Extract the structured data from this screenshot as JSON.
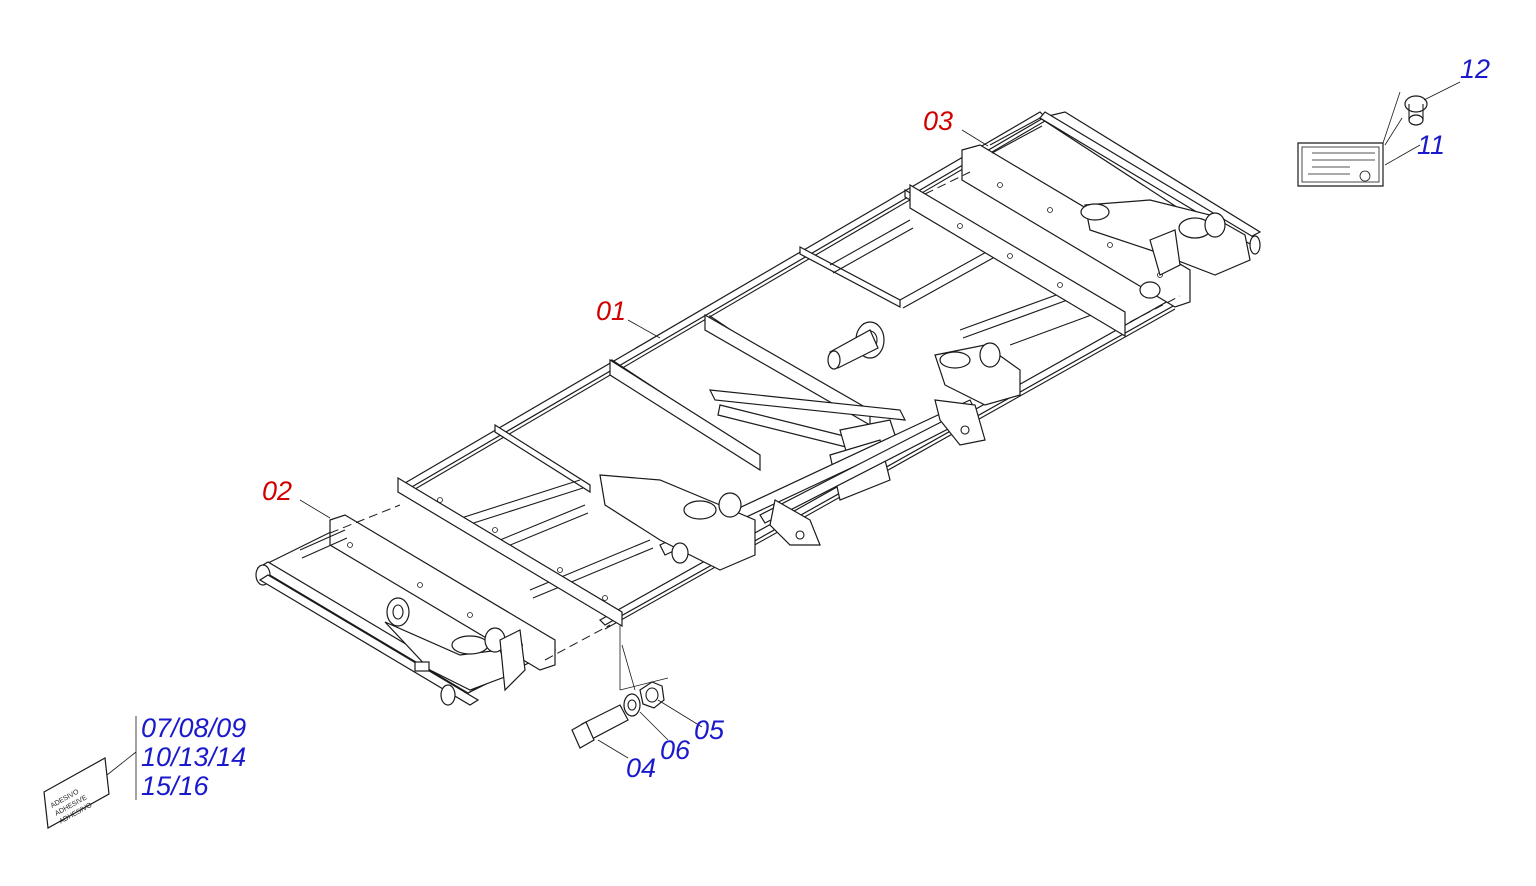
{
  "callouts": {
    "c01": "01",
    "c02": "02",
    "c03": "03",
    "c04": "04",
    "c05": "05",
    "c06": "06",
    "c11": "11",
    "c12": "12",
    "group_a": "07/08/09",
    "group_b": "10/13/14",
    "group_c": "15/16"
  },
  "sticker": {
    "line1": "ADESIVO",
    "line2": "ADHESIVE",
    "line3": "ADHESIVO"
  },
  "colors": {
    "assembly_callout": "#d10000",
    "part_callout": "#1a1acc"
  }
}
